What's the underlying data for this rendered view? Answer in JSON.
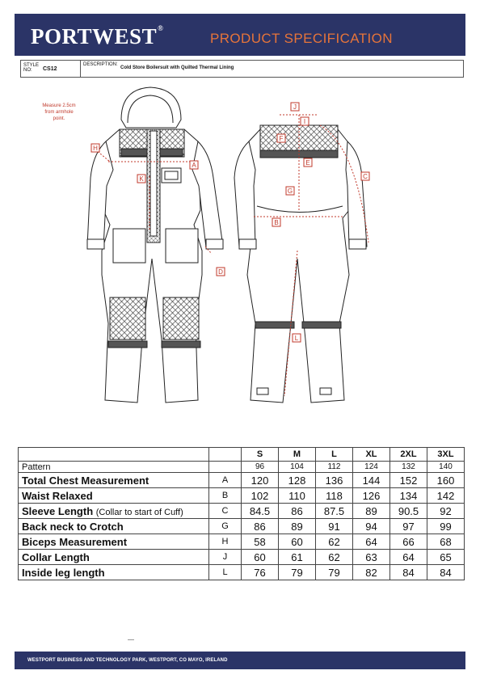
{
  "header": {
    "brand": "PORTWEST",
    "brand_mark": "®",
    "title": "PRODUCT SPECIFICATION"
  },
  "style": {
    "label": "STYLE NO:",
    "value": "CS12",
    "description_label": "DESCRIPTION:",
    "description_value": "Cold Store Boilersuit with Quilted Thermal Lining"
  },
  "drawing": {
    "note": [
      "Measure 2.5cm",
      "from armhole",
      "point."
    ],
    "markers_front": [
      "H",
      "A",
      "K",
      "D"
    ],
    "markers_back": [
      "J",
      "I",
      "F",
      "E",
      "C",
      "G",
      "B",
      "L"
    ],
    "accent_color": "#c0392b"
  },
  "table": {
    "sizes": [
      "S",
      "M",
      "L",
      "XL",
      "2XL",
      "3XL"
    ],
    "pattern": {
      "label": "Pattern",
      "values": [
        "96",
        "104",
        "112",
        "124",
        "132",
        "140"
      ]
    },
    "rows": [
      {
        "name": "Total Chest Measurement",
        "note": "",
        "code": "A",
        "values": [
          "120",
          "128",
          "136",
          "144",
          "152",
          "160"
        ]
      },
      {
        "name": "Waist Relaxed",
        "note": "",
        "code": "B",
        "values": [
          "102",
          "110",
          "118",
          "126",
          "134",
          "142"
        ]
      },
      {
        "name": "Sleeve Length",
        "note": "(Collar to start of Cuff)",
        "code": "C",
        "values": [
          "84.5",
          "86",
          "87.5",
          "89",
          "90.5",
          "92"
        ]
      },
      {
        "name": "Back neck to Crotch",
        "note": "",
        "code": "G",
        "values": [
          "86",
          "89",
          "91",
          "94",
          "97",
          "99"
        ]
      },
      {
        "name": "Biceps Measurement",
        "note": "",
        "code": "H",
        "values": [
          "58",
          "60",
          "62",
          "64",
          "66",
          "68"
        ]
      },
      {
        "name": "Collar Length",
        "note": "",
        "code": "J",
        "values": [
          "60",
          "61",
          "62",
          "63",
          "64",
          "65"
        ]
      },
      {
        "name": "Inside leg length",
        "note": "",
        "code": "L",
        "values": [
          "76",
          "79",
          "79",
          "82",
          "84",
          "84"
        ]
      }
    ]
  },
  "footer": {
    "address": "WESTPORT BUSINESS AND TECHNOLOGY PARK, WESTPORT, CO MAYO, IRELAND"
  }
}
